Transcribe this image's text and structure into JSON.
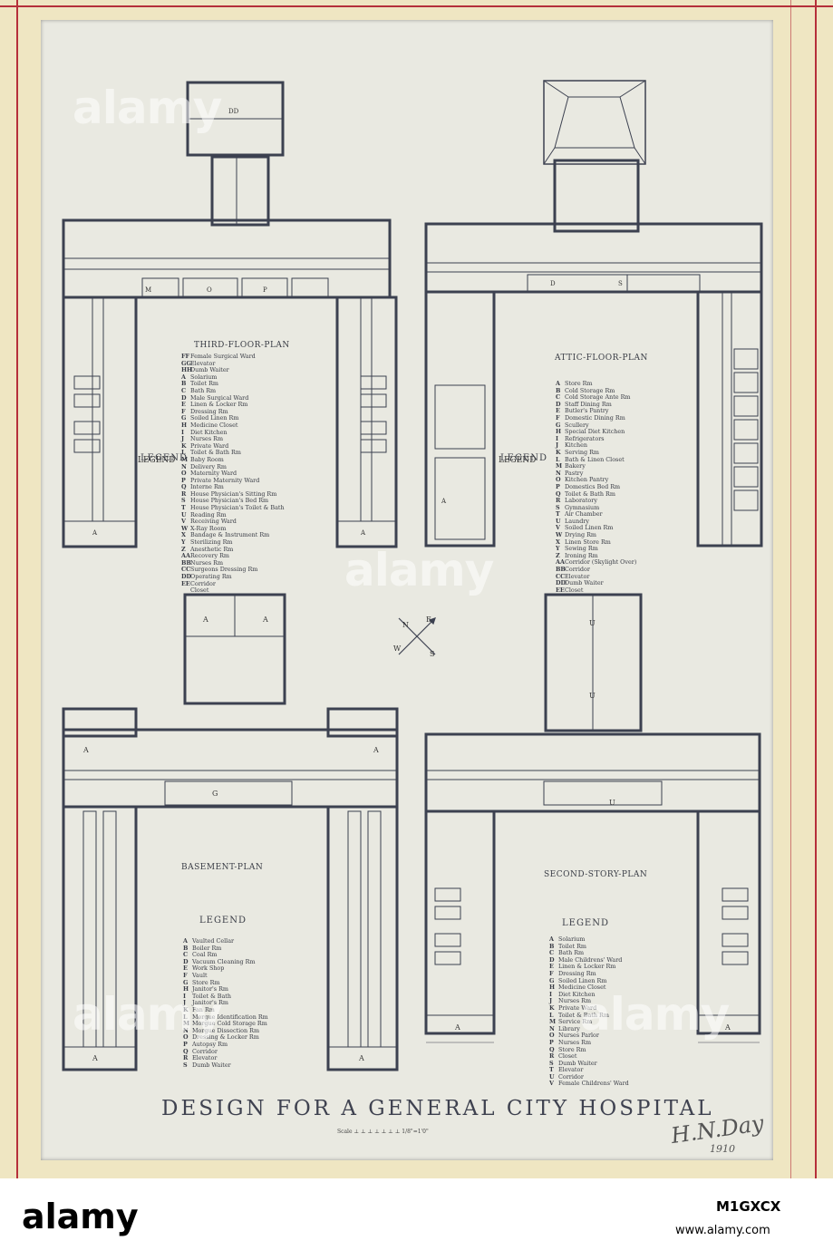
{
  "title": "DESIGN   FOR   A   GENERAL   CITY   HOSPITAL",
  "scale_label": "Scale ⊥ ⊥ ⊥ ⊥ ⊥ ⊥ ⊥ 1/8\"=1'0\"",
  "signature": "H.N.Day",
  "signature_year": "1910",
  "compass": {
    "n": "N",
    "e": "E",
    "s": "S",
    "w": "W"
  },
  "third_floor": {
    "title": "THIRD-FLOOR-PLAN",
    "legend_label": "LEGEND",
    "legend": [
      [
        "FF",
        "Female Surgical Ward"
      ],
      [
        "GG",
        "Elevator"
      ],
      [
        "HH",
        "Dumb Waiter"
      ],
      [
        "A",
        "Solarium"
      ],
      [
        "B",
        "Toilet Rm"
      ],
      [
        "C",
        "Bath Rm"
      ],
      [
        "D",
        "Male Surgical Ward"
      ],
      [
        "E",
        "Linen & Locker Rm"
      ],
      [
        "F",
        "Dressing Rm"
      ],
      [
        "G",
        "Soiled Linen Rm"
      ],
      [
        "H",
        "Medicine Closet"
      ],
      [
        "I",
        "Diet Kitchen"
      ],
      [
        "J",
        "Nurses Rm"
      ],
      [
        "K",
        "Private Ward"
      ],
      [
        "L",
        "Toilet & Bath Rm"
      ],
      [
        "M",
        "Baby Room"
      ],
      [
        "N",
        "Delivery Rm"
      ],
      [
        "O",
        "Maternity Ward"
      ],
      [
        "P",
        "Private Maternity Ward"
      ],
      [
        "Q",
        "Interne Rm"
      ],
      [
        "R",
        "House Physician's Sitting Rm"
      ],
      [
        "S",
        "House Physician's Bed Rm"
      ],
      [
        "T",
        "House Physician's Toilet & Bath"
      ],
      [
        "U",
        "Reading Rm"
      ],
      [
        "V",
        "Receiving Ward"
      ],
      [
        "W",
        "X-Ray Room"
      ],
      [
        "X",
        "Bandage & Instrument Rm"
      ],
      [
        "Y",
        "Sterilizing Rm"
      ],
      [
        "Z",
        "Anesthetic Rm"
      ],
      [
        "AA",
        "Recovery Rm"
      ],
      [
        "BB",
        "Nurses Rm"
      ],
      [
        "CC",
        "Surgeons Dressing Rm"
      ],
      [
        "DD",
        "Operating Rm"
      ],
      [
        "EE",
        "Corridor"
      ],
      [
        "",
        "Closet"
      ]
    ]
  },
  "attic_floor": {
    "title": "ATTIC-FLOOR-PLAN",
    "legend_label": "LEGEND",
    "legend": [
      [
        "A",
        "Store Rm"
      ],
      [
        "B",
        "Cold Storage Rm"
      ],
      [
        "C",
        "Cold Storage Ante Rm"
      ],
      [
        "D",
        "Staff Dining Rm"
      ],
      [
        "E",
        "Butler's Pantry"
      ],
      [
        "F",
        "Domestic Dining Rm"
      ],
      [
        "G",
        "Scullery"
      ],
      [
        "H",
        "Special Diet Kitchen"
      ],
      [
        "I",
        "Refrigerators"
      ],
      [
        "J",
        "Kitchen"
      ],
      [
        "K",
        "Serving Rm"
      ],
      [
        "L",
        "Bath & Linen Closet"
      ],
      [
        "M",
        "Bakery"
      ],
      [
        "N",
        "Pastry"
      ],
      [
        "O",
        "Kitchen Pantry"
      ],
      [
        "P",
        "Domestics Bed Rm"
      ],
      [
        "Q",
        "Toilet & Bath Rm"
      ],
      [
        "R",
        "Laboratory"
      ],
      [
        "S",
        "Gymnasium"
      ],
      [
        "T",
        "Air Chamber"
      ],
      [
        "U",
        "Laundry"
      ],
      [
        "V",
        "Soiled Linen Rm"
      ],
      [
        "W",
        "Drying Rm"
      ],
      [
        "X",
        "Linen Store Rm"
      ],
      [
        "Y",
        "Sewing Rm"
      ],
      [
        "Z",
        "Ironing Rm"
      ],
      [
        "AA",
        "Corridor (Skylight Over)"
      ],
      [
        "BB",
        "Corridor"
      ],
      [
        "CC",
        "Elevator"
      ],
      [
        "DD",
        "Dumb Waiter"
      ],
      [
        "EE",
        "Closet"
      ]
    ]
  },
  "basement": {
    "title": "BASEMENT-PLAN",
    "legend_label": "LEGEND",
    "legend": [
      [
        "A",
        "Vaulted Cellar"
      ],
      [
        "B",
        "Boiler Rm"
      ],
      [
        "C",
        "Coal Rm"
      ],
      [
        "D",
        "Vacuum Cleaning Rm"
      ],
      [
        "E",
        "Work Shop"
      ],
      [
        "F",
        "Vault"
      ],
      [
        "G",
        "Store Rm"
      ],
      [
        "H",
        "Janitor's Rm"
      ],
      [
        "I",
        "Toilet & Bath"
      ],
      [
        "J",
        "Janitor's Rm"
      ],
      [
        "K",
        "Fan Rm"
      ],
      [
        "L",
        "Morgue Identification Rm"
      ],
      [
        "M",
        "Morgue Cold Storage Rm"
      ],
      [
        "N",
        "Morgue Dissection Rm"
      ],
      [
        "O",
        "Dressing & Locker Rm"
      ],
      [
        "P",
        "Autopsy Rm"
      ],
      [
        "Q",
        "Corridor"
      ],
      [
        "R",
        "Elevator"
      ],
      [
        "S",
        "Dumb Waiter"
      ]
    ]
  },
  "second_story": {
    "title": "SECOND-STORY-PLAN",
    "legend_label": "LEGEND",
    "legend": [
      [
        "A",
        "Solarium"
      ],
      [
        "B",
        "Toilet Rm"
      ],
      [
        "C",
        "Bath Rm"
      ],
      [
        "D",
        "Male Childrens' Ward"
      ],
      [
        "E",
        "Linen & Locker Rm"
      ],
      [
        "F",
        "Dressing Rm"
      ],
      [
        "G",
        "Soiled Linen Rm"
      ],
      [
        "H",
        "Medicine Closet"
      ],
      [
        "I",
        "Diet Kitchen"
      ],
      [
        "J",
        "Nurses Rm"
      ],
      [
        "K",
        "Private Ward"
      ],
      [
        "L",
        "Toilet & Bath Rm"
      ],
      [
        "M",
        "Service Rm"
      ],
      [
        "N",
        "Library"
      ],
      [
        "O",
        "Nurses Parlor"
      ],
      [
        "P",
        "Nurses Rm"
      ],
      [
        "Q",
        "Store Rm"
      ],
      [
        "R",
        "Closet"
      ],
      [
        "S",
        "Dumb Waiter"
      ],
      [
        "T",
        "Elevator"
      ],
      [
        "U",
        "Corridor"
      ],
      [
        "V",
        "Female Childrens' Ward"
      ]
    ]
  },
  "watermarks": [
    "alamy",
    "alamy",
    "alamy",
    "alamy"
  ],
  "footer": {
    "logo": "alamy",
    "image_id": "M1GXCX",
    "url": "www.alamy.com"
  }
}
